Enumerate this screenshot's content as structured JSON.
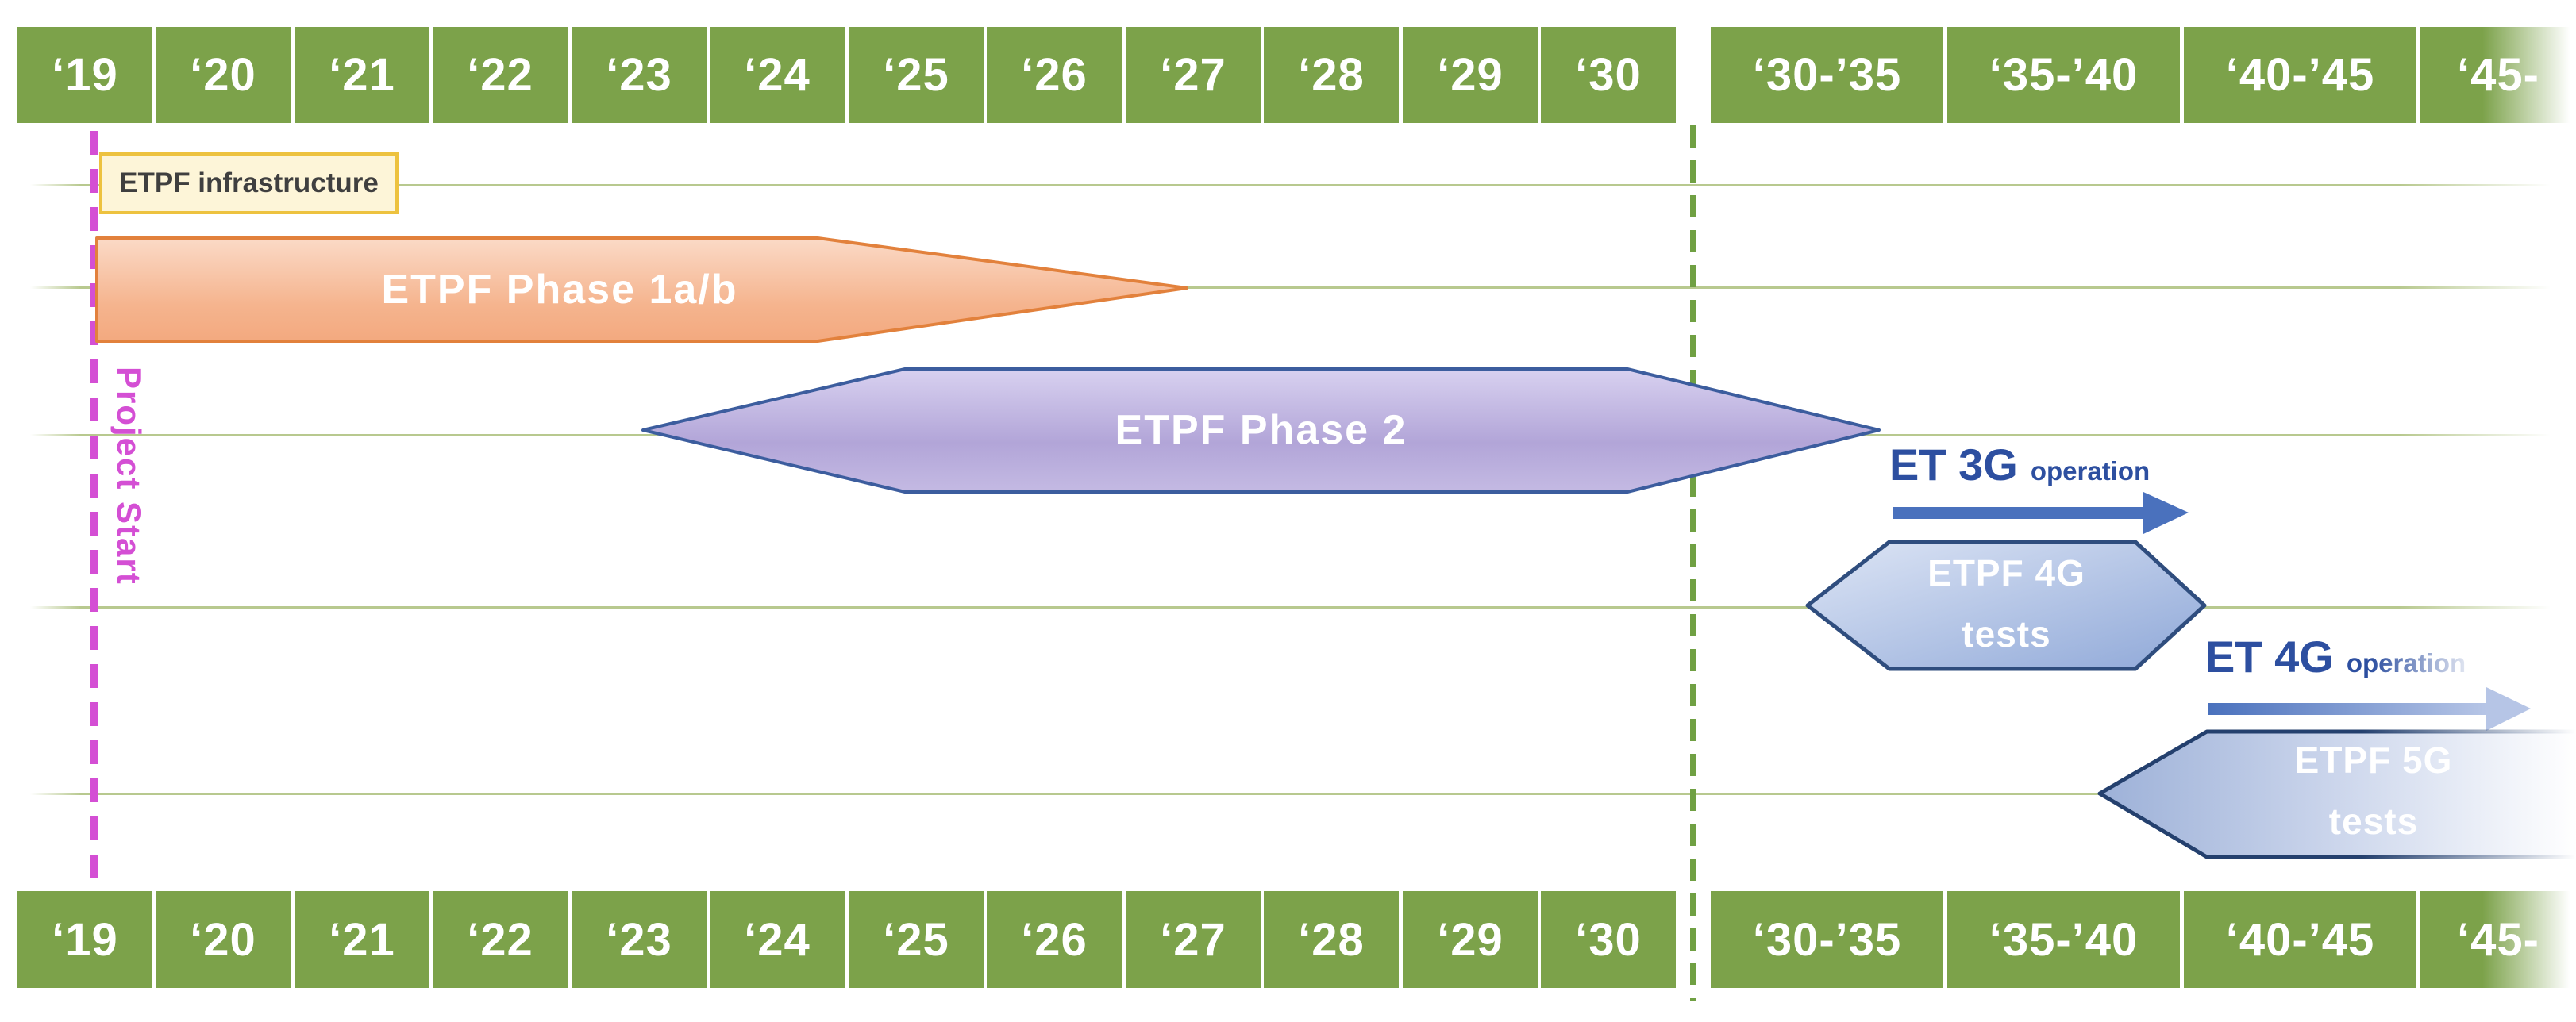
{
  "timeline": {
    "annual_years": [
      "‘19",
      "‘20",
      "‘21",
      "‘22",
      "‘23",
      "‘24",
      "‘25",
      "‘26",
      "‘27",
      "‘28",
      "‘29",
      "‘30"
    ],
    "fiveyear_ranges": [
      "‘30-’35",
      "‘35-’40",
      "‘40-’45",
      "‘45-"
    ],
    "project_start_label": "Project Start",
    "milestones": {
      "infrastructure": {
        "label": "ETPF infrastructure",
        "approx_span": "2019 onward"
      },
      "phase1": {
        "label": "ETPF Phase 1a/b",
        "approx_span": "2019–2027"
      },
      "phase2": {
        "label": "ETPF Phase 2",
        "approx_span": "2023–2033"
      },
      "et3g": {
        "title": "ET 3G",
        "subtitle": "operation",
        "approx_span": "2034–2040"
      },
      "etpf4g": {
        "line1": "ETPF 4G",
        "line2": "tests",
        "approx_span": "2032–2040"
      },
      "et4g": {
        "title": "ET 4G",
        "subtitle": "operation",
        "approx_span": "2040–2047"
      },
      "etpf5g": {
        "line1": "ETPF 5G",
        "line2": "tests",
        "approx_span": "2039 onward"
      }
    },
    "colors": {
      "band_green": "#7ca24a",
      "row_line_green": "#b8c98f",
      "dashed_green": "#70a043",
      "dashed_magenta": "#d44fd4",
      "phase1_border": "#e2813c",
      "phase2_border": "#3c5d9e",
      "blue_border": "#2f4d7e",
      "blue_text": "#2d4fa0",
      "infra_border": "#edc23f",
      "infra_bg": "#fdf5d8"
    }
  }
}
